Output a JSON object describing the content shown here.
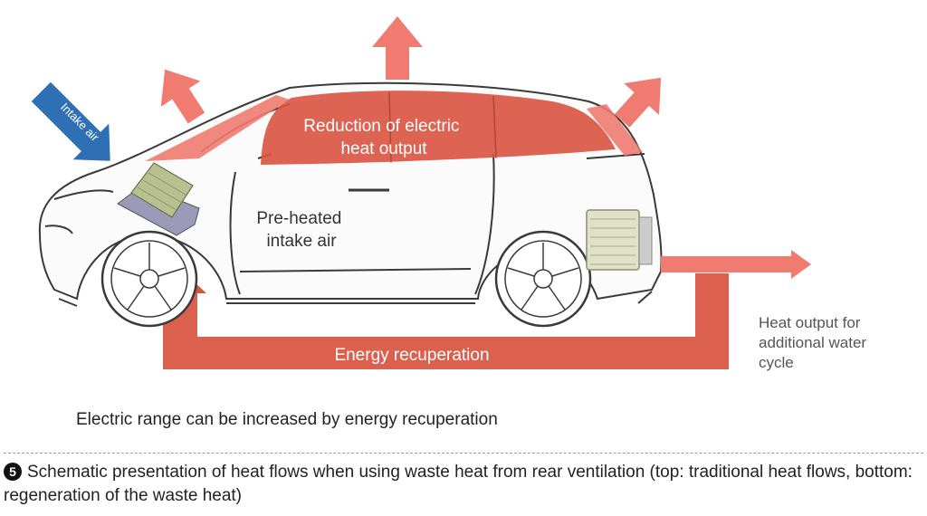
{
  "diagram": {
    "labels": {
      "intake_air": "Intake air",
      "reduction": [
        "Reduction of electric",
        "heat output"
      ],
      "preheated": [
        "Pre-heated",
        "intake air"
      ],
      "energy_recuperation": "Energy recuperation",
      "heat_output": [
        "Heat output for",
        "additional water",
        "cycle"
      ]
    },
    "colors": {
      "heat_arrow": "#f07b70",
      "cabin_heat": "#d9533f",
      "recuperation_loop": "#d9533f",
      "intake_arrow": "#2f6fb4",
      "heat_exchanger": "#b9c090",
      "car_outline": "#3a3a3a"
    }
  },
  "summary_text": "Electric range can be increased by energy recuperation",
  "caption": {
    "badge": "5",
    "text": "Schematic presentation of heat flows when using waste heat from rear ventilation (top: traditional heat flows, bottom: regeneration of the waste heat)"
  }
}
